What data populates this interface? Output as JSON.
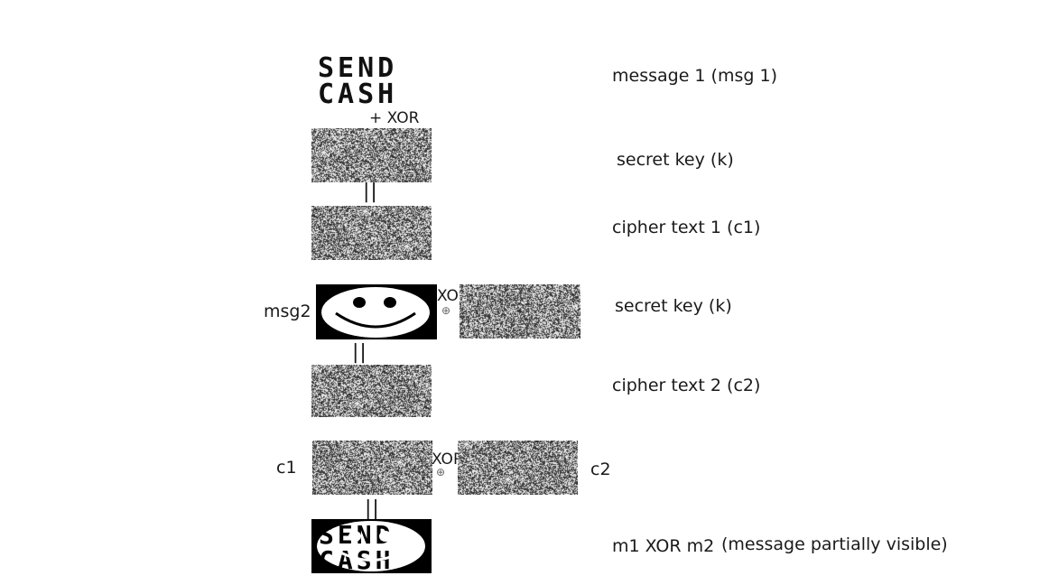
{
  "plaintext": {
    "line1": "SEND",
    "line2": "CASH"
  },
  "labels": {
    "msg1": "message 1 (msg 1)",
    "key1": "secret key (k)",
    "c1": "cipher text 1 (c1)",
    "key2": "secret key (k)",
    "c2": "cipher text 2 (c2)",
    "result": "m1 XOR m2",
    "result_note": "(message partially visible)",
    "msg2_side": "msg2",
    "c1_side": "c1",
    "c2_side": "c2"
  },
  "operators": {
    "xor_plus": "+ XOR",
    "xor1": "XOR",
    "xor2": "XOR",
    "xor_symbol": "⊕",
    "equals": "||"
  },
  "colors": {
    "ink": "#111111",
    "noise_dark": "#2b2b2b",
    "noise_light": "#f2f2f2"
  }
}
